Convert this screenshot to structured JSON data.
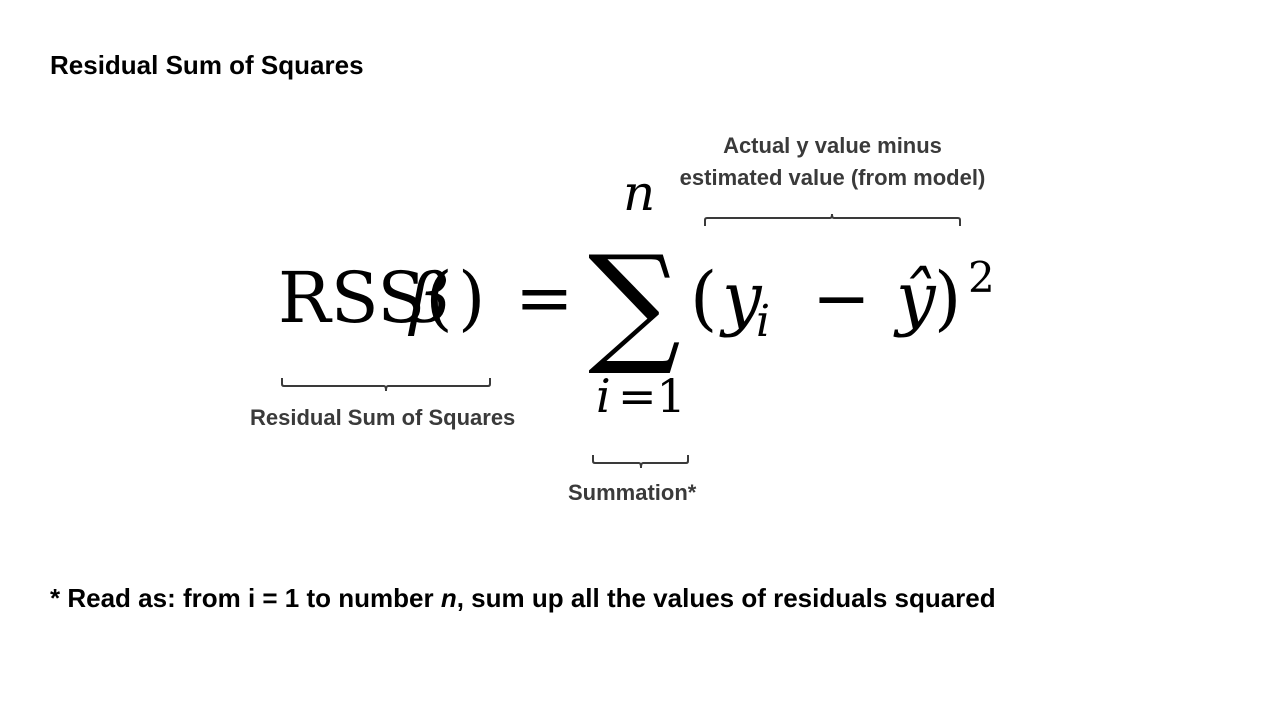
{
  "title": "Residual Sum of Squares",
  "formula": {
    "lhs": "RSS(",
    "beta": "β",
    "lhs_close": ")",
    "equals": "=",
    "sigma": "∑",
    "upper_limit": "n",
    "lower_var": "i",
    "lower_eq": "=1",
    "open_paren": "(",
    "y": "y",
    "y_sub": "i",
    "minus": "−",
    "yhat": "ŷ",
    "close_paren": ")",
    "exponent": "2"
  },
  "annotations": {
    "top_line1": "Actual y value minus",
    "top_line2": "estimated value (from model)",
    "rss_label": "Residual Sum of Squares",
    "sum_label": "Summation*"
  },
  "note": {
    "prefix": "* Read as: from i = 1 to number ",
    "var": "n",
    "suffix": ", sum up all the values of residuals squared"
  },
  "colors": {
    "text": "#000000",
    "annotation": "#3a3a3a",
    "brace": "#3a3a3a",
    "background": "#ffffff"
  }
}
